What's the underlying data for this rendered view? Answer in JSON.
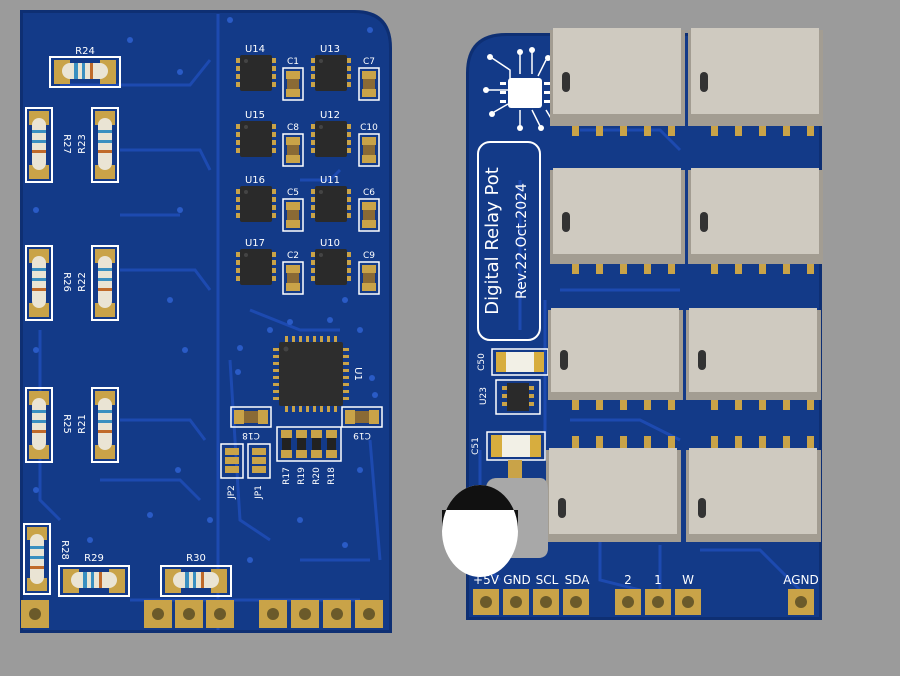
{
  "colors": {
    "background": "#9b9b9b",
    "board": "#123a8a",
    "board_edge": "#0e2f73",
    "trace": "#1c4bb0",
    "silk": "#ffffff",
    "pad": "#c9a348",
    "relay_body": "#cfcac0"
  },
  "left_board": {
    "resistor_labels": [
      "R24",
      "R27",
      "R23",
      "R26",
      "R22",
      "R25",
      "R21",
      "R28",
      "R29",
      "R30"
    ],
    "ic_labels": [
      "U14",
      "U13",
      "U15",
      "U12",
      "U16",
      "U11",
      "U17",
      "U10"
    ],
    "capacitor_labels": [
      "C1",
      "C7",
      "C8",
      "C10",
      "C5",
      "C6",
      "C2",
      "C9"
    ],
    "mcu_label": "U1",
    "lower_labels": [
      "C18",
      "C19",
      "JP2",
      "JP1",
      "R17",
      "R19",
      "R20",
      "R18"
    ]
  },
  "right_board": {
    "title": "Digital Relay Pot",
    "revision": "Rev.22.Oct.2024",
    "component_labels": [
      "C50",
      "U23",
      "C51"
    ],
    "header_labels": [
      "+5V",
      "GND",
      "SCL",
      "SDA",
      "2",
      "1",
      "W",
      "AGND"
    ]
  }
}
